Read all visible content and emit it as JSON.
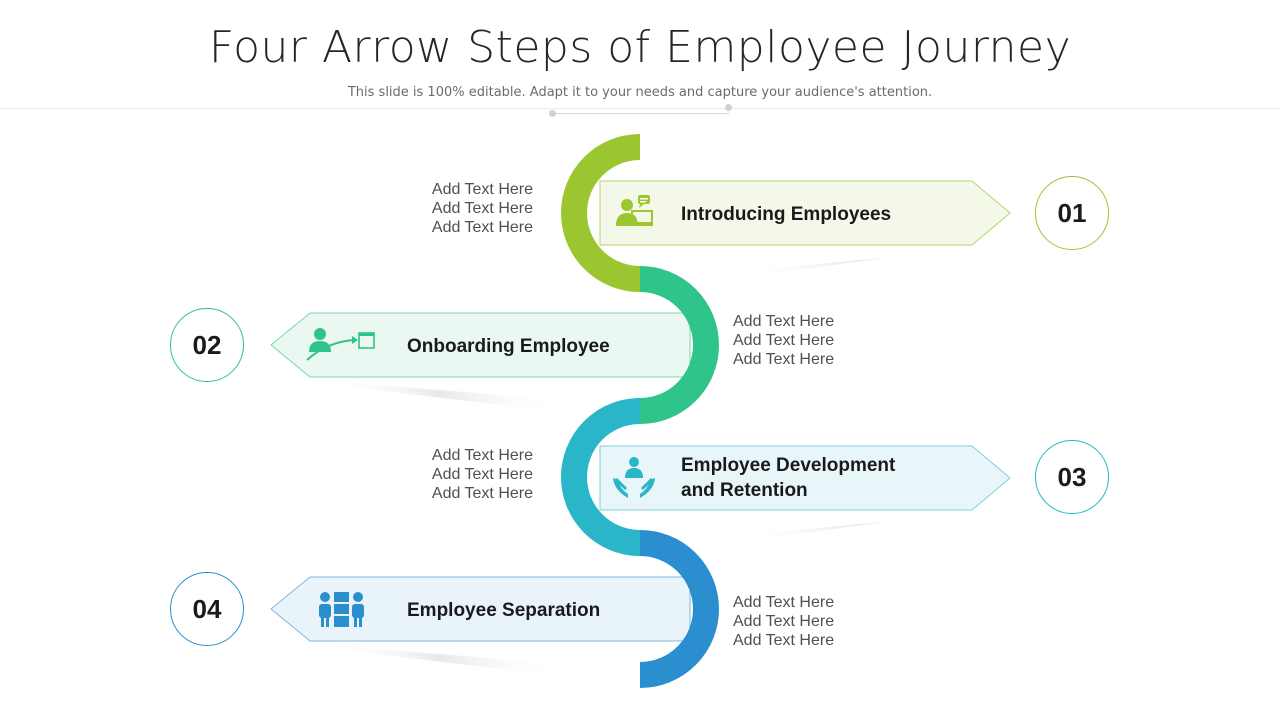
{
  "title": "Four Arrow Steps of Employee Journey",
  "subtitle": "This slide is 100% editable. Adapt it to your needs and capture your audience's attention.",
  "colors": {
    "step1": "#9bc62f",
    "step2": "#2ec48a",
    "step3": "#2ab5c9",
    "step4": "#2b8fcf"
  },
  "steps": [
    {
      "number": "01",
      "label": "Introducing Employees",
      "icon": "presenter-icon",
      "texts": [
        "Add Text Here",
        "Add Text Here",
        "Add Text Here"
      ]
    },
    {
      "number": "02",
      "label": "Onboarding Employee",
      "icon": "onboarding-icon",
      "texts": [
        "Add Text Here",
        "Add Text Here",
        "Add Text Here"
      ]
    },
    {
      "number": "03",
      "label_lines": [
        "Employee Development",
        "and Retention"
      ],
      "icon": "hands-person-icon",
      "texts": [
        "Add Text Here",
        "Add Text Here",
        "Add Text Here"
      ]
    },
    {
      "number": "04",
      "label": "Employee Separation",
      "icon": "people-separation-icon",
      "texts": [
        "Add Text Here",
        "Add Text Here",
        "Add Text Here"
      ]
    }
  ]
}
